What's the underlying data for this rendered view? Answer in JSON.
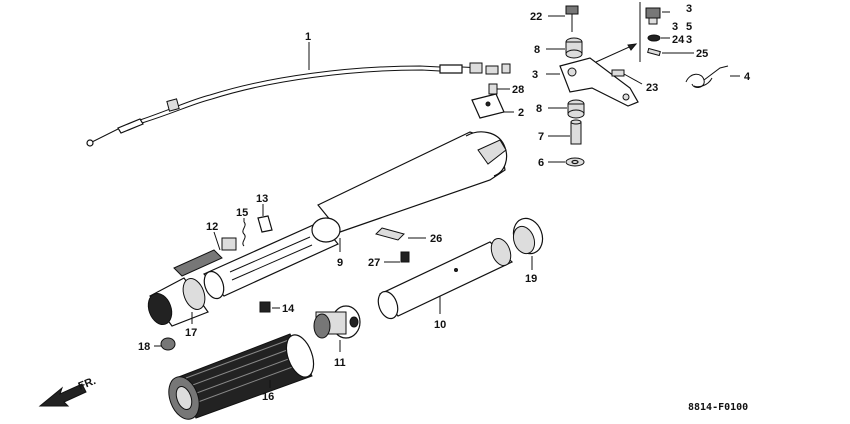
{
  "diagram": {
    "labels": [
      "1",
      "2",
      "3",
      "3",
      "3",
      "4",
      "5",
      "6",
      "7",
      "8",
      "8",
      "9",
      "10",
      "11",
      "12",
      "13",
      "14",
      "15",
      "16",
      "17",
      "18",
      "19",
      "22",
      "23",
      "24",
      "25",
      "26",
      "27",
      "28"
    ],
    "direction_label": "FR.",
    "figure_code": "8814-F0100"
  }
}
